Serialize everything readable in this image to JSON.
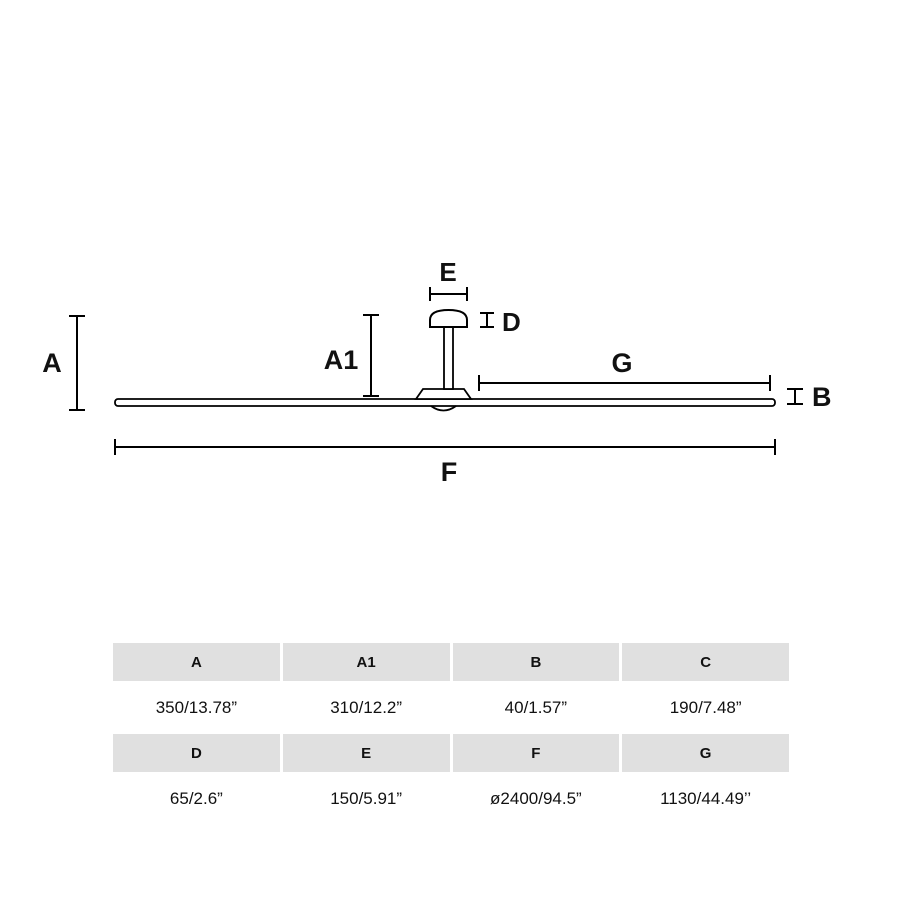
{
  "diagram": {
    "label_a": "A",
    "label_a1": "A1",
    "label_b": "B",
    "label_d": "D",
    "label_e": "E",
    "label_f": "F",
    "label_g": "G"
  },
  "table": {
    "row1_headers": [
      "A",
      "A1",
      "B",
      "C"
    ],
    "row1_values": [
      "350/13.78”",
      "310/12.2”",
      "40/1.57”",
      "190/7.48”"
    ],
    "row2_headers": [
      "D",
      "E",
      "F",
      "G"
    ],
    "row2_values": [
      "65/2.6”",
      "150/5.91”",
      "ø2400/94.5”",
      "1130/44.49’’"
    ]
  }
}
